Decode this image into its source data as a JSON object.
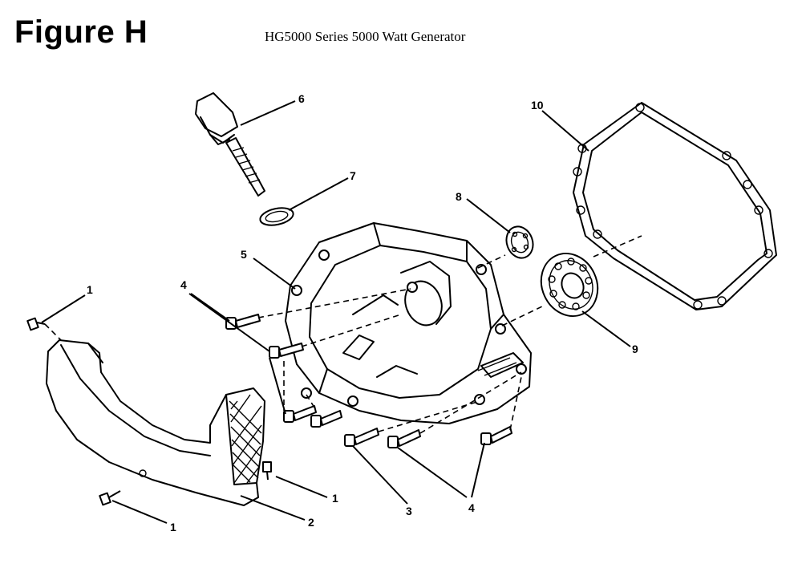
{
  "header": {
    "figure_title": "Figure H",
    "subtitle": "HG5000 Series 5000 Watt Generator"
  },
  "callouts": [
    {
      "label": "1"
    },
    {
      "label": "1"
    },
    {
      "label": "1"
    },
    {
      "label": "2"
    },
    {
      "label": "3"
    },
    {
      "label": "4"
    },
    {
      "label": "4"
    },
    {
      "label": "5"
    },
    {
      "label": "6"
    },
    {
      "label": "7"
    },
    {
      "label": "8"
    },
    {
      "label": "9"
    },
    {
      "label": "10"
    }
  ]
}
